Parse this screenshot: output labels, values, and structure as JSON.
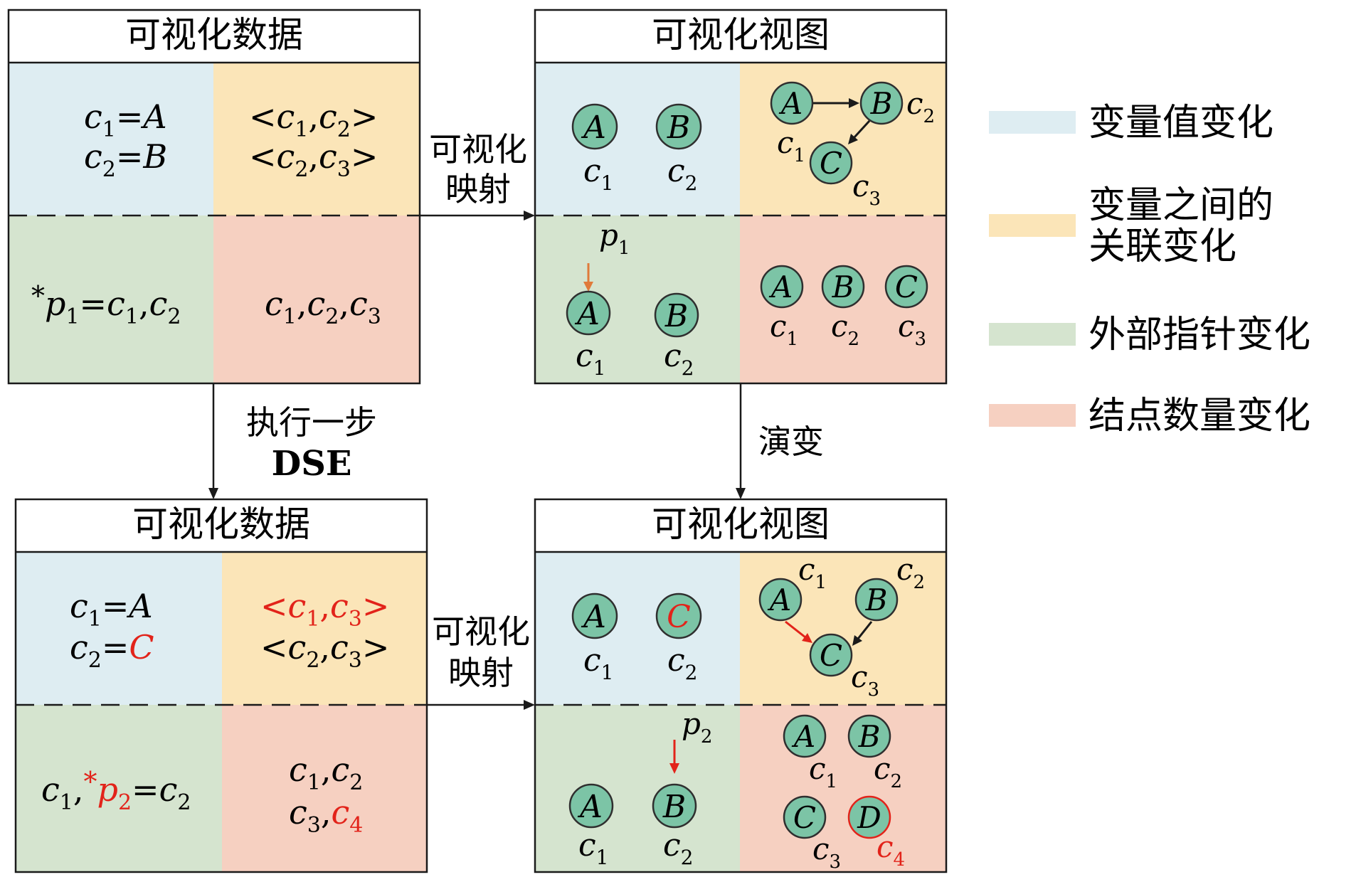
{
  "colors": {
    "blue": "#deedf2",
    "yellow": "#fbe5b8",
    "green": "#d5e4cf",
    "red": "#f6d0c1",
    "node": "#7cc4a6",
    "accent": "#e2231a",
    "pointer": "#e07a3a"
  },
  "panels": {
    "data_top_title": "可视化数据",
    "view_top_title": "可视化视图",
    "data_bottom_title": "可视化数据",
    "view_bottom_title": "可视化视图"
  },
  "arrows": {
    "mapping_top_1": "可视化",
    "mapping_top_2": "映射",
    "step_1": "执行一步",
    "step_2": "DSE",
    "evolve": "演变",
    "mapping_bottom_1": "可视化",
    "mapping_bottom_2": "映射"
  },
  "nodes": {
    "a": "A",
    "b": "B",
    "c": "C",
    "d": "D"
  },
  "vars": {
    "c": "c",
    "p": "p",
    "s1": "1",
    "s2": "2",
    "s3": "3",
    "s4": "4",
    "star": "*"
  },
  "legend": [
    {
      "label": "变量值变化",
      "color": "#deedf2"
    },
    {
      "label_1": "变量之间的",
      "label_2": "关联变化",
      "color": "#fbe5b8"
    },
    {
      "label": "外部指针变化",
      "color": "#d5e4cf"
    },
    {
      "label": "结点数量变化",
      "color": "#f6d0c1"
    }
  ]
}
